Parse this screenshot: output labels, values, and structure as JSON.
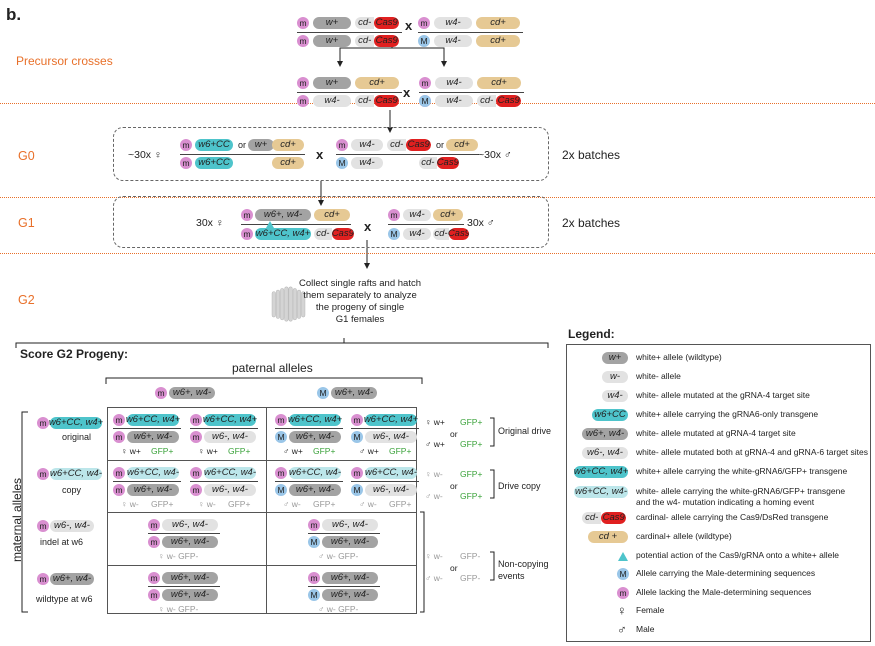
{
  "panel_label": "b.",
  "labels": {
    "precursor": "Precursor crosses",
    "g0": "G0",
    "g1": "G1",
    "g2": "G2",
    "cross": "x",
    "or": "or",
    "g0_female": "~30x ♀",
    "g0_male": "~30x ♂",
    "g1_female": "30x ♀",
    "g1_male": "30x ♂",
    "batches_g0": "2x batches",
    "batches_g1": "2x batches",
    "collect": [
      "Collect single rafts and hatch",
      "them separately to analyze",
      "the progeny of single",
      "G1 females"
    ],
    "score": "Score G2 Progeny:",
    "paternal": "paternal alleles",
    "maternal": "maternal alleles",
    "legend_title": "Legend:"
  },
  "alleles": {
    "w_plus": "w+",
    "w_minus": "w-",
    "w4_minus": "w4-",
    "w6cc": "w6+CC",
    "cd_prefix": "cd-",
    "cas9": "Cas9",
    "cd_plus": "cd+",
    "cd_plus_sp": "cd +",
    "w6_w4": "w6+, w4-",
    "w6p_w4": "w6+,  w4-",
    "w6_w4_g1": "w6+,   w4-",
    "w6m_w4": "w6-,  w4-",
    "w6m_w4b": "w6-, w4-",
    "w6cc_w4plus": "w6+CC, w4+",
    "w6cc_w4plus_g1": "w6+CC, w4+",
    "w6cc_w4minus": "w6+CC, w4-",
    "m": "m",
    "M": "M"
  },
  "rows": {
    "original": "original",
    "copy": "copy",
    "indel": "indel at w6",
    "wildtype": "wildtype at w6"
  },
  "phen": {
    "fw": "♀ w+",
    "mw": "♂ w+",
    "fwm": "♀ w-",
    "mwm": "♂ w-",
    "gfp_p": "GFP+",
    "gfp_m": "GFP-",
    "fwm_gfpm": "♀ w-  GFP-",
    "mwm_gfpm": "♂ w-  GFP-",
    "or": "or",
    "original_drive": "Original drive",
    "drive_copy": "Drive copy",
    "noncopy": [
      "Non-copying",
      "events"
    ]
  },
  "legend": [
    {
      "symbol": "w+",
      "text": "white+ allele (wildtype)"
    },
    {
      "symbol": "w-",
      "text": "white- allele"
    },
    {
      "symbol": "w4-",
      "text": "white- allele mutated at the gRNA-4 target site"
    },
    {
      "symbol": "w6+CC",
      "text": "white+ allele carrying the gRNA6-only transgene"
    },
    {
      "symbol": "w6+, w4-",
      "text": "white- allele mutated at gRNA-4 target site"
    },
    {
      "symbol": "w6-, w4-",
      "text": "white- allele mutated both at gRNA-4 and gRNA-6 target sites"
    },
    {
      "symbol": "w6+CC, w4+",
      "text": "white+ allele carrying the white-gRNA6/GFP+ transgene"
    },
    {
      "symbol": "w6+CC, w4-",
      "text": "white- allele carrying the white-gRNA6/GFP+ transgene",
      "text2": "and the w4- mutation indicating a homing event"
    },
    {
      "symbol": "cd-Cas9",
      "text": "cardinal- allele carrying the Cas9/DsRed transgene"
    },
    {
      "symbol": "cd +",
      "text": "cardinal+ allele (wildtype)"
    },
    {
      "symbol": "triangle",
      "text": "potential action of the Cas9/gRNA onto a white+ allele"
    },
    {
      "symbol": "M",
      "text": "Allele carrying the Male-determining sequences"
    },
    {
      "symbol": "m",
      "text": "Allele lacking the Male-determining sequences"
    },
    {
      "symbol": "female",
      "text": "Female"
    },
    {
      "symbol": "male",
      "text": "Male"
    }
  ],
  "colors": {
    "orange": "#e8702a",
    "w_plus": "#a3a3a3",
    "w_minus": "#e2e2e2",
    "w6cc": "#4ec4cb",
    "w6cc_light": "#bce6ea",
    "cd_plus": "#e6c994",
    "cas9": "#e02020",
    "male_circle": "#9ac6e8",
    "female_circle": "#d98fd0",
    "green": "#3aa23a"
  }
}
